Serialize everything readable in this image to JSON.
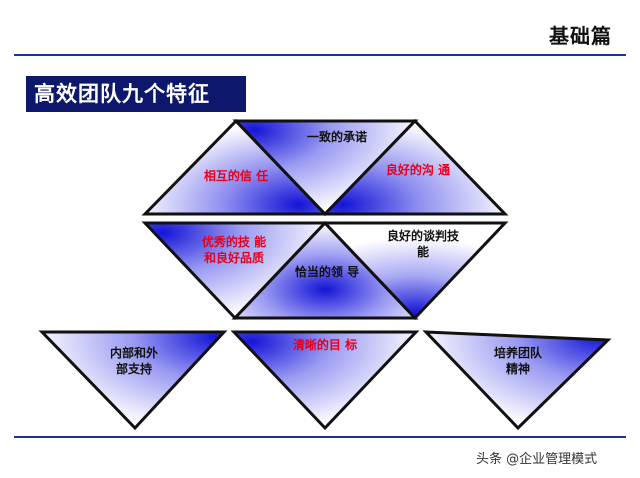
{
  "header": {
    "section_title": "基础篇"
  },
  "heading": "高效团队九个特征",
  "colors": {
    "navy": "#0d176b",
    "rule_blue": "#1c2f9c",
    "tri_blue": "#1a1fd6",
    "label_red": "#e8001c",
    "label_black": "#111111"
  },
  "features": {
    "mutual_trust": "相互的信 任",
    "shared_commitment": "一致的承诺",
    "good_communication": "良好的沟 通",
    "skills_line1": "优秀的技 能",
    "skills_line2": "和良好品质",
    "proper_leadership": "恰当的领 导",
    "negotiation_line1": "良好的谈判技",
    "negotiation_line2": "能",
    "support_line1": "内部和外",
    "support_line2": "部支持",
    "clear_goals": "清晰的目 标",
    "team_spirit_line1": "培养团队",
    "team_spirit_line2": "精神"
  },
  "footer": {
    "watermark": "头条 @企业管理模式"
  }
}
